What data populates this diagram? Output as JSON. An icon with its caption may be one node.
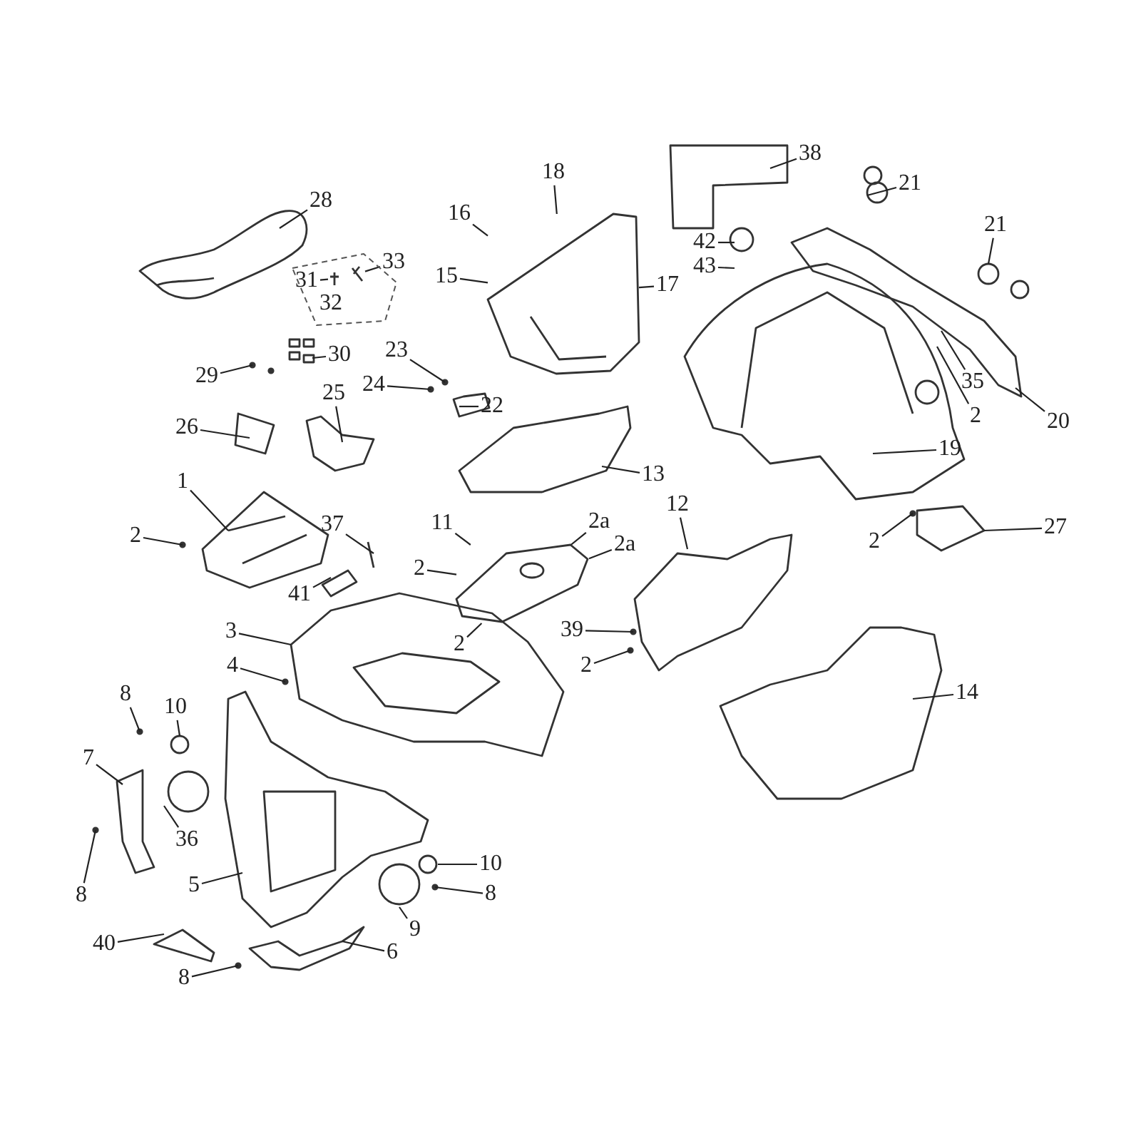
{
  "diagram": {
    "nodes": [
      {
        "text": [
          "38"
        ]
      },
      {
        "text": [
          "18"
        ]
      },
      {
        "text": [
          "21"
        ]
      },
      {
        "text": [
          "28"
        ]
      },
      {
        "text": [
          "21"
        ]
      },
      {
        "text": [
          "42"
        ]
      },
      {
        "text": [
          "16"
        ]
      },
      {
        "text": [],
        "shape": "box"
      },
      {
        "text": [
          "33"
        ],
        "in": 7
      },
      {
        "text": [
          "43"
        ]
      },
      {
        "text": [
          "31"
        ],
        "in": 7
      },
      {
        "text": [
          "15"
        ]
      },
      {
        "text": [
          "17"
        ]
      },
      {
        "text": [
          "30"
        ]
      },
      {
        "text": [
          "23"
        ]
      },
      {
        "text": [
          "29"
        ]
      },
      {
        "text": [
          "24"
        ]
      },
      {
        "text": [
          "35"
        ]
      },
      {
        "text": [
          "25"
        ]
      },
      {
        "text": [
          "22"
        ]
      },
      {
        "text": [
          "2"
        ]
      },
      {
        "text": [
          "20"
        ]
      },
      {
        "text": [
          "26"
        ]
      },
      {
        "text": [
          "19"
        ]
      },
      {
        "text": [
          "13"
        ]
      },
      {
        "text": [
          "1"
        ]
      },
      {
        "text": [
          "2a"
        ]
      },
      {
        "text": [
          "37"
        ]
      },
      {
        "text": [
          "12"
        ]
      },
      {
        "text": [
          "2"
        ]
      },
      {
        "text": [
          "11"
        ]
      },
      {
        "text": [
          "2"
        ]
      },
      {
        "text": [
          "27"
        ]
      },
      {
        "text": [
          "2a"
        ]
      },
      {
        "text": [
          "2"
        ]
      },
      {
        "text": [
          "41"
        ]
      },
      {
        "text": [
          "2"
        ]
      },
      {
        "text": [
          "3"
        ]
      },
      {
        "text": [
          "39"
        ]
      },
      {
        "text": [
          "2"
        ]
      },
      {
        "text": [
          "4"
        ]
      },
      {
        "text": [
          "8"
        ]
      },
      {
        "text": [
          "10"
        ]
      },
      {
        "text": [
          "14"
        ]
      },
      {
        "text": [
          "7"
        ]
      },
      {
        "text": [
          "36"
        ]
      },
      {
        "text": [
          "10"
        ]
      },
      {
        "text": [
          "5"
        ]
      },
      {
        "text": [
          "8"
        ]
      },
      {
        "text": [
          "8"
        ]
      },
      {
        "text": [
          "9"
        ]
      },
      {
        "text": [
          "40"
        ]
      },
      {
        "text": [
          "6"
        ]
      },
      {
        "text": [
          "8"
        ]
      },
      {
        "text": [
          "32"
        ],
        "in": 7
      },
      {
        "text": [],
        "shape": "picture",
        "in": 7
      },
      {
        "text": [],
        "shape": "picture",
        "in": 7
      },
      {
        "text": [],
        "shape": "picture"
      },
      {
        "text": [],
        "shape": "picture"
      }
    ],
    "edges": [
      {
        "from": 0,
        "to": null,
        "arrow": "none"
      },
      {
        "from": 1,
        "to": 57,
        "arrow": "none"
      },
      {
        "from": 2,
        "to": null,
        "arrow": "none"
      },
      {
        "from": 3,
        "to": null,
        "arrow": "none"
      },
      {
        "from": 4,
        "to": null,
        "arrow": "none"
      },
      {
        "from": 5,
        "to": null,
        "arrow": "none"
      },
      {
        "from": 6,
        "to": 57,
        "arrow": "none"
      },
      {
        "from": 8,
        "to": 56,
        "arrow": "none"
      },
      {
        "from": 9,
        "to": null,
        "arrow": "none"
      },
      {
        "from": 10,
        "to": 55,
        "arrow": "none"
      },
      {
        "from": 11,
        "to": 57,
        "arrow": "none"
      },
      {
        "from": 12,
        "to": 57,
        "arrow": "none"
      },
      {
        "from": 13,
        "to": null,
        "arrow": "none"
      },
      {
        "from": 14,
        "to": null,
        "arrow": "none"
      },
      {
        "from": 15,
        "to": null,
        "arrow": "none"
      },
      {
        "from": 16,
        "to": null,
        "arrow": "none"
      },
      {
        "from": 17,
        "to": null,
        "arrow": "none"
      },
      {
        "from": 18,
        "to": null,
        "arrow": "none"
      },
      {
        "from": 19,
        "to": null,
        "arrow": "none"
      },
      {
        "from": 20,
        "to": null,
        "arrow": "none"
      },
      {
        "from": 21,
        "to": null,
        "arrow": "none"
      },
      {
        "from": 22,
        "to": null,
        "arrow": "none"
      },
      {
        "from": 23,
        "to": null,
        "arrow": "none"
      },
      {
        "from": 24,
        "to": null,
        "arrow": "none"
      },
      {
        "from": 25,
        "to": null,
        "arrow": "none"
      },
      {
        "from": 26,
        "to": 58,
        "arrow": "none"
      },
      {
        "from": 27,
        "to": null,
        "arrow": "none"
      },
      {
        "from": 28,
        "to": null,
        "arrow": "none"
      },
      {
        "from": 29,
        "to": null,
        "arrow": "none"
      },
      {
        "from": 30,
        "to": 58,
        "arrow": "none"
      },
      {
        "from": 31,
        "to": null,
        "arrow": "none"
      },
      {
        "from": 32,
        "to": null,
        "arrow": "none"
      },
      {
        "from": 33,
        "to": 58,
        "arrow": "none"
      },
      {
        "from": 34,
        "to": 58,
        "arrow": "none"
      },
      {
        "from": 35,
        "to": null,
        "arrow": "none"
      },
      {
        "from": 36,
        "to": 58,
        "arrow": "none"
      },
      {
        "from": 37,
        "to": null,
        "arrow": "none"
      },
      {
        "from": 38,
        "to": null,
        "arrow": "none"
      },
      {
        "from": 39,
        "to": null,
        "arrow": "none"
      },
      {
        "from": 40,
        "to": null,
        "arrow": "none"
      },
      {
        "from": 41,
        "to": null,
        "arrow": "none"
      },
      {
        "from": 42,
        "to": null,
        "arrow": "none"
      },
      {
        "from": 43,
        "to": null,
        "arrow": "none"
      },
      {
        "from": 44,
        "to": null,
        "arrow": "none"
      },
      {
        "from": 45,
        "to": null,
        "arrow": "none"
      },
      {
        "from": 46,
        "to": null,
        "arrow": "none"
      },
      {
        "from": 47,
        "to": null,
        "arrow": "none"
      },
      {
        "from": 48,
        "to": null,
        "arrow": "none"
      },
      {
        "from": 49,
        "to": null,
        "arrow": "none"
      },
      {
        "from": 50,
        "to": null,
        "arrow": "none"
      },
      {
        "from": 51,
        "to": null,
        "arrow": "none"
      },
      {
        "from": 52,
        "to": null,
        "arrow": "none"
      },
      {
        "from": 53,
        "to": null,
        "arrow": "none"
      }
    ]
  }
}
